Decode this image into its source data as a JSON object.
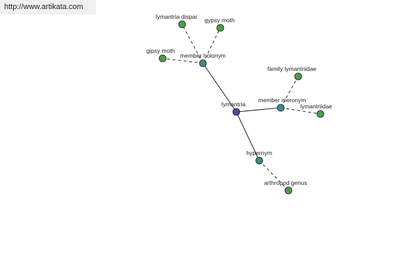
{
  "source_url": "http://www.artikata.com",
  "colors": {
    "root": "#4a4f9c",
    "relation": "#3f8a8a",
    "leaf": "#4f9a4f",
    "edge": "#222222"
  },
  "nodes": [
    {
      "id": "lymantria",
      "label": "lymantria",
      "kind": "root"
    },
    {
      "id": "member-holonym",
      "label": "member holonym",
      "kind": "relation"
    },
    {
      "id": "member-meronym",
      "label": "member meronym",
      "kind": "relation"
    },
    {
      "id": "hypernym",
      "label": "hypernym",
      "kind": "relation"
    },
    {
      "id": "lymantria-dispar",
      "label": "lymantria dispar",
      "kind": "leaf"
    },
    {
      "id": "gypsy-moth",
      "label": "gypsy moth",
      "kind": "leaf"
    },
    {
      "id": "gipsy-moth",
      "label": "gipsy moth",
      "kind": "leaf"
    },
    {
      "id": "family-lymantriidae",
      "label": "family lymantriidae",
      "kind": "leaf"
    },
    {
      "id": "lymantriidae",
      "label": "lymantriidae",
      "kind": "leaf"
    },
    {
      "id": "arthropod-genus",
      "label": "arthropod genus",
      "kind": "leaf"
    }
  ],
  "edges": [
    {
      "from": "lymantria",
      "to": "member-holonym",
      "style": "solid"
    },
    {
      "from": "lymantria",
      "to": "member-meronym",
      "style": "solid"
    },
    {
      "from": "lymantria",
      "to": "hypernym",
      "style": "solid"
    },
    {
      "from": "member-holonym",
      "to": "lymantria-dispar",
      "style": "dashed"
    },
    {
      "from": "member-holonym",
      "to": "gypsy-moth",
      "style": "dashed"
    },
    {
      "from": "member-holonym",
      "to": "gipsy-moth",
      "style": "dashed"
    },
    {
      "from": "member-meronym",
      "to": "family-lymantriidae",
      "style": "dashed"
    },
    {
      "from": "member-meronym",
      "to": "lymantriidae",
      "style": "dashed"
    },
    {
      "from": "hypernym",
      "to": "arthropod-genus",
      "style": "dashed"
    }
  ]
}
